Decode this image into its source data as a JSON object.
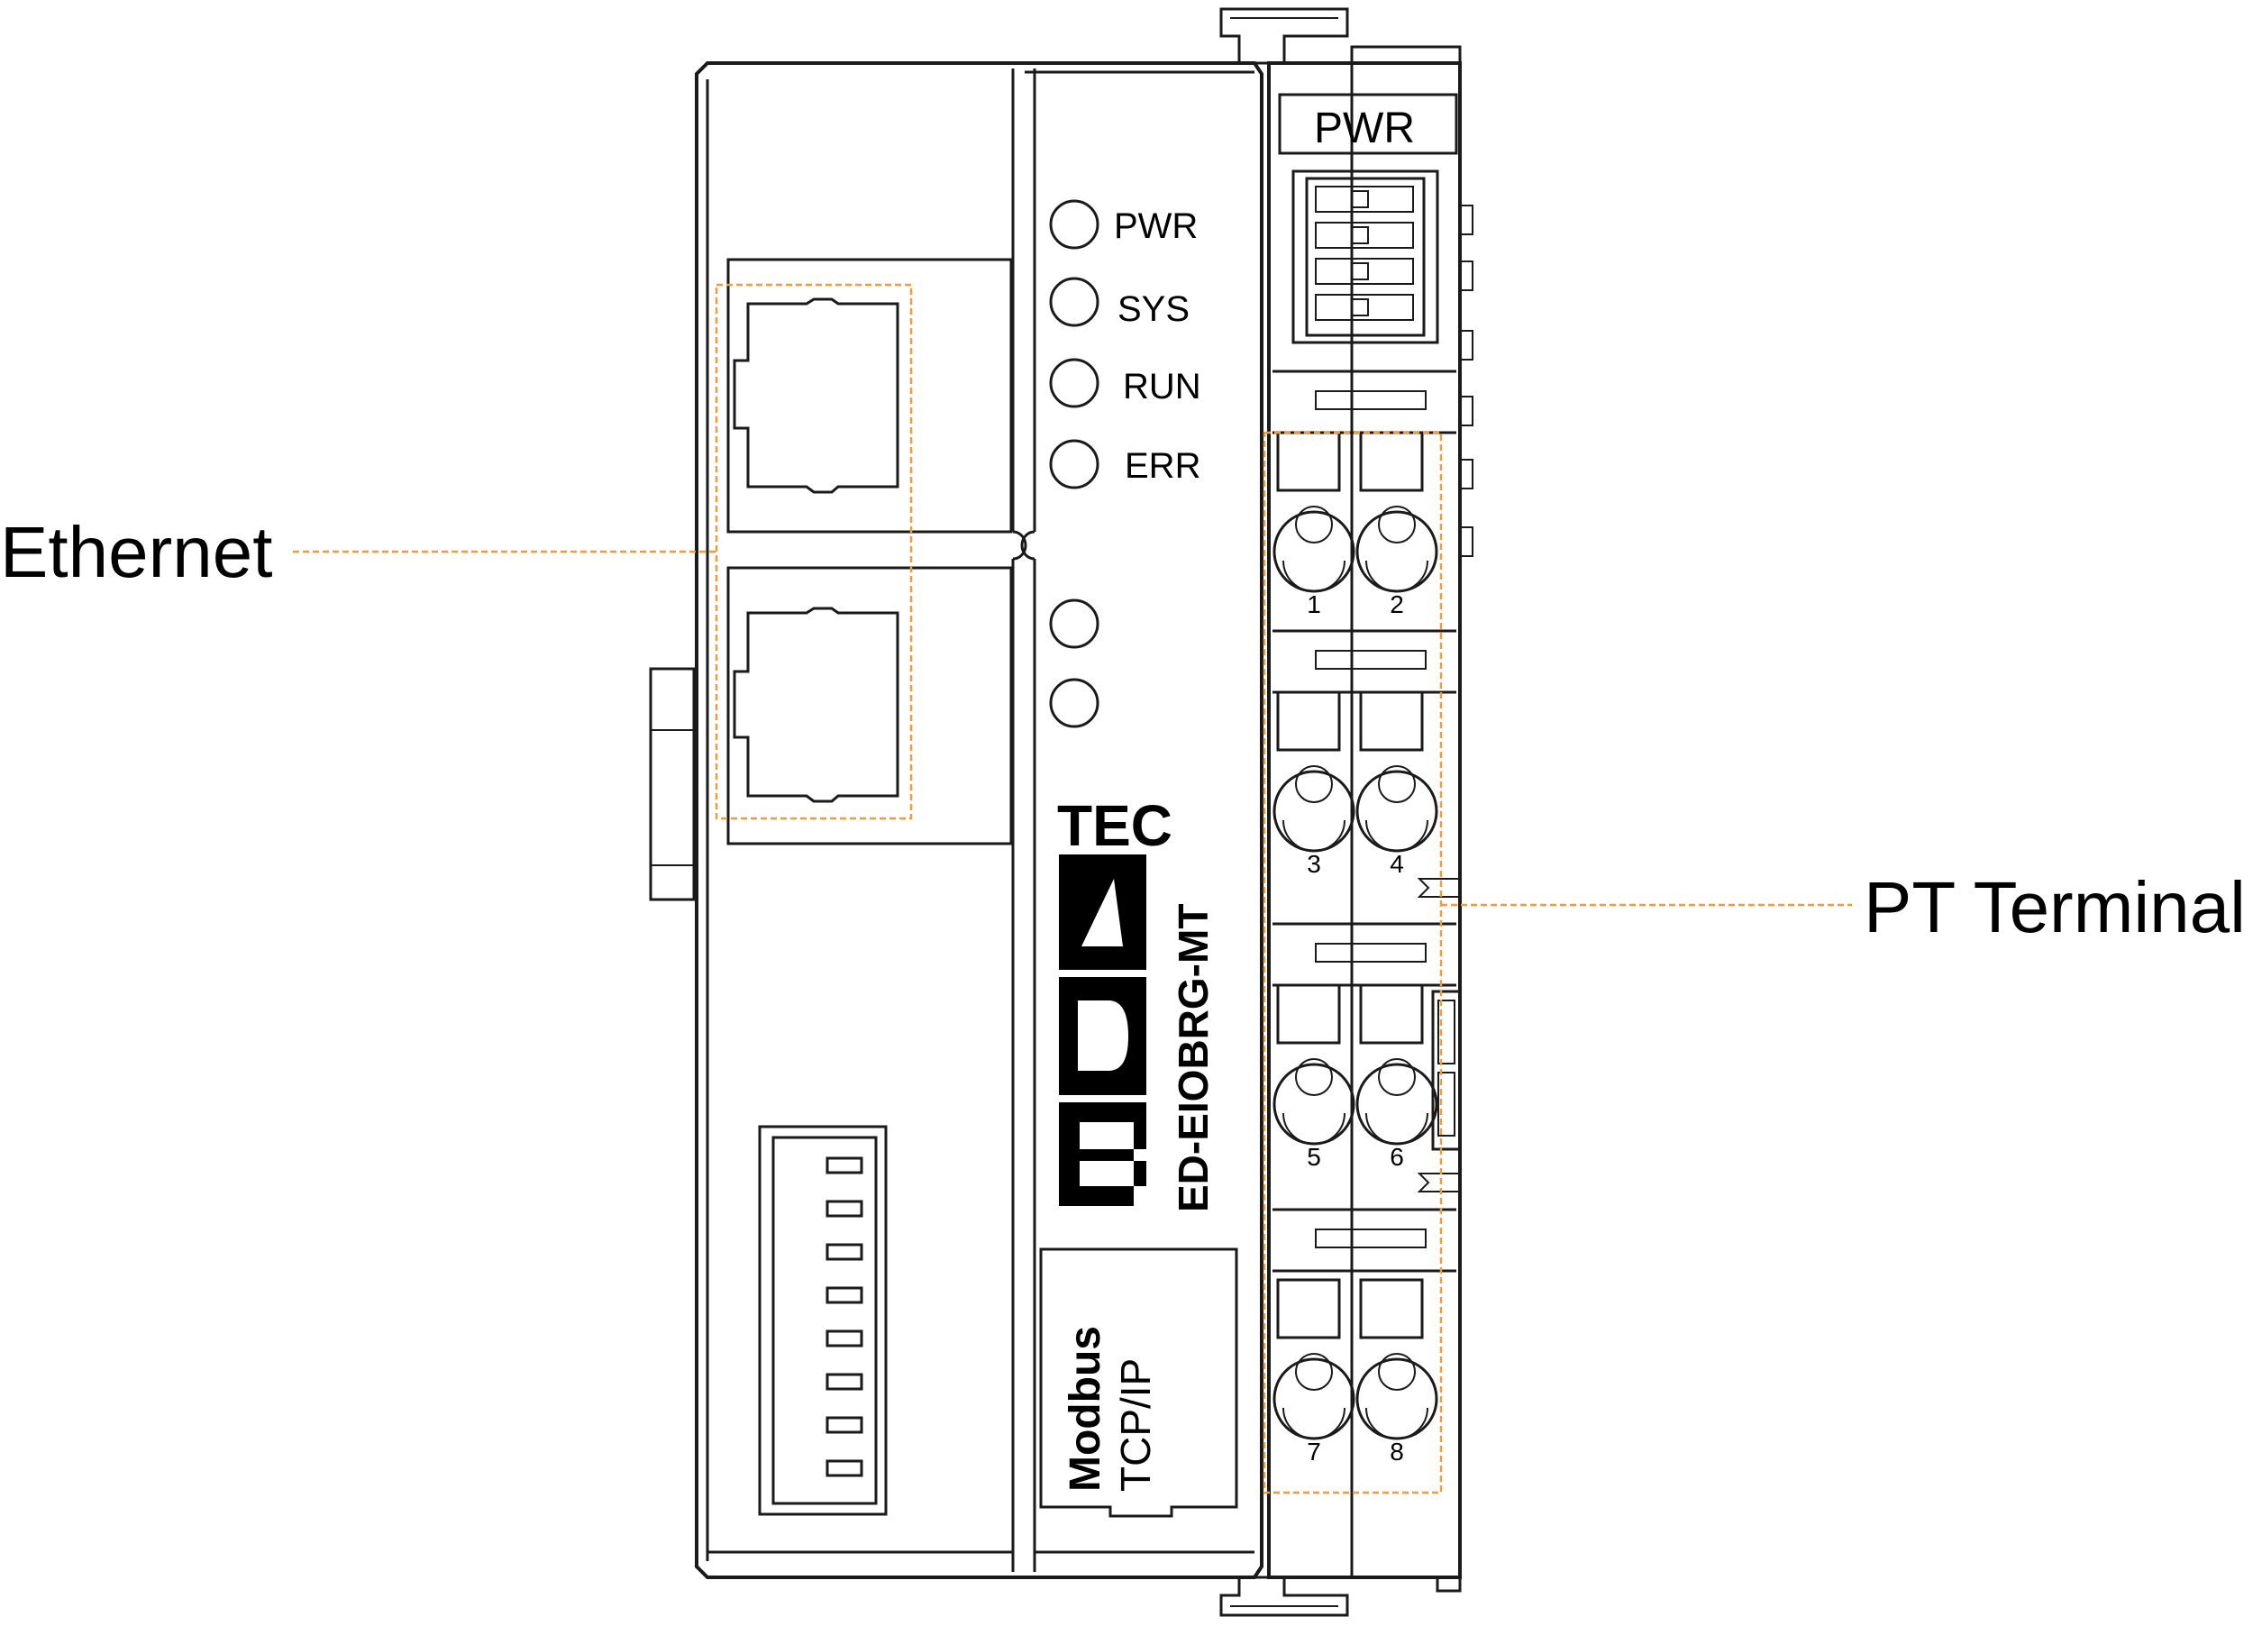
{
  "callouts": {
    "ethernet": "Ethernet",
    "pt_terminal": "PT Terminal"
  },
  "leds": [
    "PWR",
    "SYS",
    "RUN",
    "ERR"
  ],
  "power_header": "PWR",
  "brand": {
    "logo_letters": "EDA",
    "logo_suffix": "TEC",
    "model": "ED-EIOBRG-MT"
  },
  "protocol": {
    "line1": "Modbus",
    "line2": "TCP/IP"
  },
  "terminal_numbers": [
    "1",
    "2",
    "3",
    "4",
    "5",
    "6",
    "7",
    "8"
  ],
  "colors": {
    "outline": "#1a1a1a",
    "callout_line": "#f39a3a"
  }
}
